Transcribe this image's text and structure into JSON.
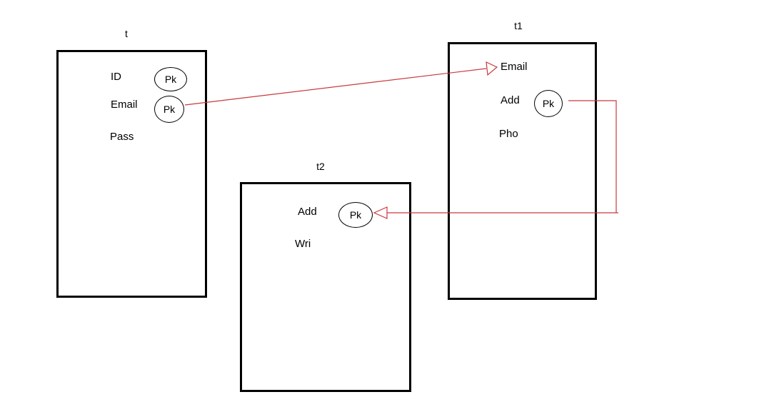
{
  "colors": {
    "border": "#000000",
    "relation": "#c8393c",
    "background": "#ffffff"
  },
  "tables": [
    {
      "title": "t",
      "fields": [
        {
          "name": "ID",
          "pk": "Pk"
        },
        {
          "name": "Email",
          "pk": "Pk"
        },
        {
          "name": "Pass"
        }
      ]
    },
    {
      "title": "t1",
      "fields": [
        {
          "name": "Email"
        },
        {
          "name": "Add",
          "pk": "Pk"
        },
        {
          "name": "Pho"
        }
      ]
    },
    {
      "title": "t2",
      "fields": [
        {
          "name": "Add",
          "pk": "Pk"
        },
        {
          "name": "Wri"
        }
      ]
    }
  ],
  "relations": [
    {
      "from": "t.Email",
      "to": "t1.Email"
    },
    {
      "from": "t1.Add",
      "to": "t2.Add"
    }
  ]
}
